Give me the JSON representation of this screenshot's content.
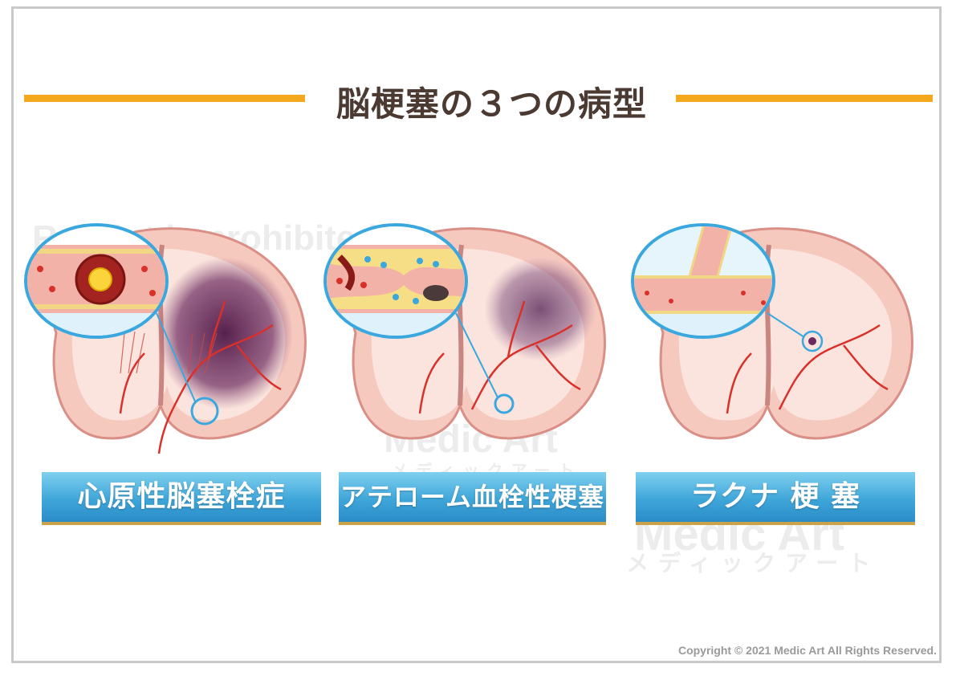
{
  "title": "脳梗塞の３つの病型",
  "watermarks": {
    "top": "Reprint is prohibited",
    "brand_center": "Medic Art",
    "brand_center_kana": "メディックアート",
    "brand_right": "Medic Art",
    "brand_right_kana": "メディックアート"
  },
  "panels": [
    {
      "label": "心原性脳塞栓症",
      "infarct": "large"
    },
    {
      "label": "アテローム血栓性梗塞",
      "infarct": "medium"
    },
    {
      "label": "ラクナ 梗 塞",
      "infarct": "small"
    }
  ],
  "colors": {
    "accent_bar": "#f3a81d",
    "label_blue": "#3fa6d9",
    "callout_blue": "#3aa8de",
    "brain_pink": "#f6c9bf",
    "infarct_purple": "#5a1f4f",
    "vessel_red": "#d9302a"
  },
  "copyright": "Copyright © 2021 Medic Art All Rights Reserved."
}
